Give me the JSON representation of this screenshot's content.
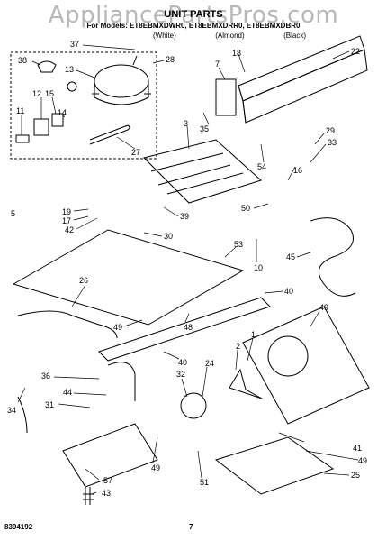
{
  "watermark": "AppliancePartsPros.com",
  "title": "UNIT PARTS",
  "models_line": "For Models: ET8EBMXDWR0, ET8EBMXDRR0, ET8EBMXDBR0",
  "variants": [
    "(White)",
    "(Almond)",
    "(Black)"
  ],
  "footer_left": "8394192",
  "page_number": "7",
  "callouts": [
    {
      "id": "c37",
      "text": "37"
    },
    {
      "id": "c28",
      "text": "28"
    },
    {
      "id": "c38",
      "text": "38"
    },
    {
      "id": "c13",
      "text": "13"
    },
    {
      "id": "c12",
      "text": "12"
    },
    {
      "id": "c15",
      "text": "15"
    },
    {
      "id": "c14",
      "text": "14"
    },
    {
      "id": "c11",
      "text": "11"
    },
    {
      "id": "c27",
      "text": "27"
    },
    {
      "id": "c7",
      "text": "7"
    },
    {
      "id": "c18",
      "text": "18"
    },
    {
      "id": "c22",
      "text": "22"
    },
    {
      "id": "c35",
      "text": "35"
    },
    {
      "id": "c3",
      "text": "3"
    },
    {
      "id": "c29",
      "text": "29"
    },
    {
      "id": "c33",
      "text": "33"
    },
    {
      "id": "c54",
      "text": "54"
    },
    {
      "id": "c16",
      "text": "16"
    },
    {
      "id": "c19",
      "text": "19"
    },
    {
      "id": "c17",
      "text": "17"
    },
    {
      "id": "c42",
      "text": "42"
    },
    {
      "id": "c39",
      "text": "39"
    },
    {
      "id": "c50",
      "text": "50"
    },
    {
      "id": "c5",
      "text": "5"
    },
    {
      "id": "c30",
      "text": "30"
    },
    {
      "id": "c53",
      "text": "53"
    },
    {
      "id": "c10",
      "text": "10"
    },
    {
      "id": "c45",
      "text": "45"
    },
    {
      "id": "c40a",
      "text": "40"
    },
    {
      "id": "c26",
      "text": "26"
    },
    {
      "id": "c49a",
      "text": "49"
    },
    {
      "id": "c48",
      "text": "48"
    },
    {
      "id": "c49b",
      "text": "49"
    },
    {
      "id": "c1",
      "text": "1"
    },
    {
      "id": "c2",
      "text": "2"
    },
    {
      "id": "c40b",
      "text": "40"
    },
    {
      "id": "c36",
      "text": "36"
    },
    {
      "id": "c24",
      "text": "24"
    },
    {
      "id": "c32",
      "text": "32"
    },
    {
      "id": "c44",
      "text": "44"
    },
    {
      "id": "c34",
      "text": "34"
    },
    {
      "id": "c31",
      "text": "31"
    },
    {
      "id": "c41",
      "text": "41"
    },
    {
      "id": "c49c",
      "text": "49"
    },
    {
      "id": "c25",
      "text": "25"
    },
    {
      "id": "c49d",
      "text": "49"
    },
    {
      "id": "c51",
      "text": "51"
    },
    {
      "id": "c57",
      "text": "57"
    },
    {
      "id": "c43",
      "text": "43"
    }
  ]
}
